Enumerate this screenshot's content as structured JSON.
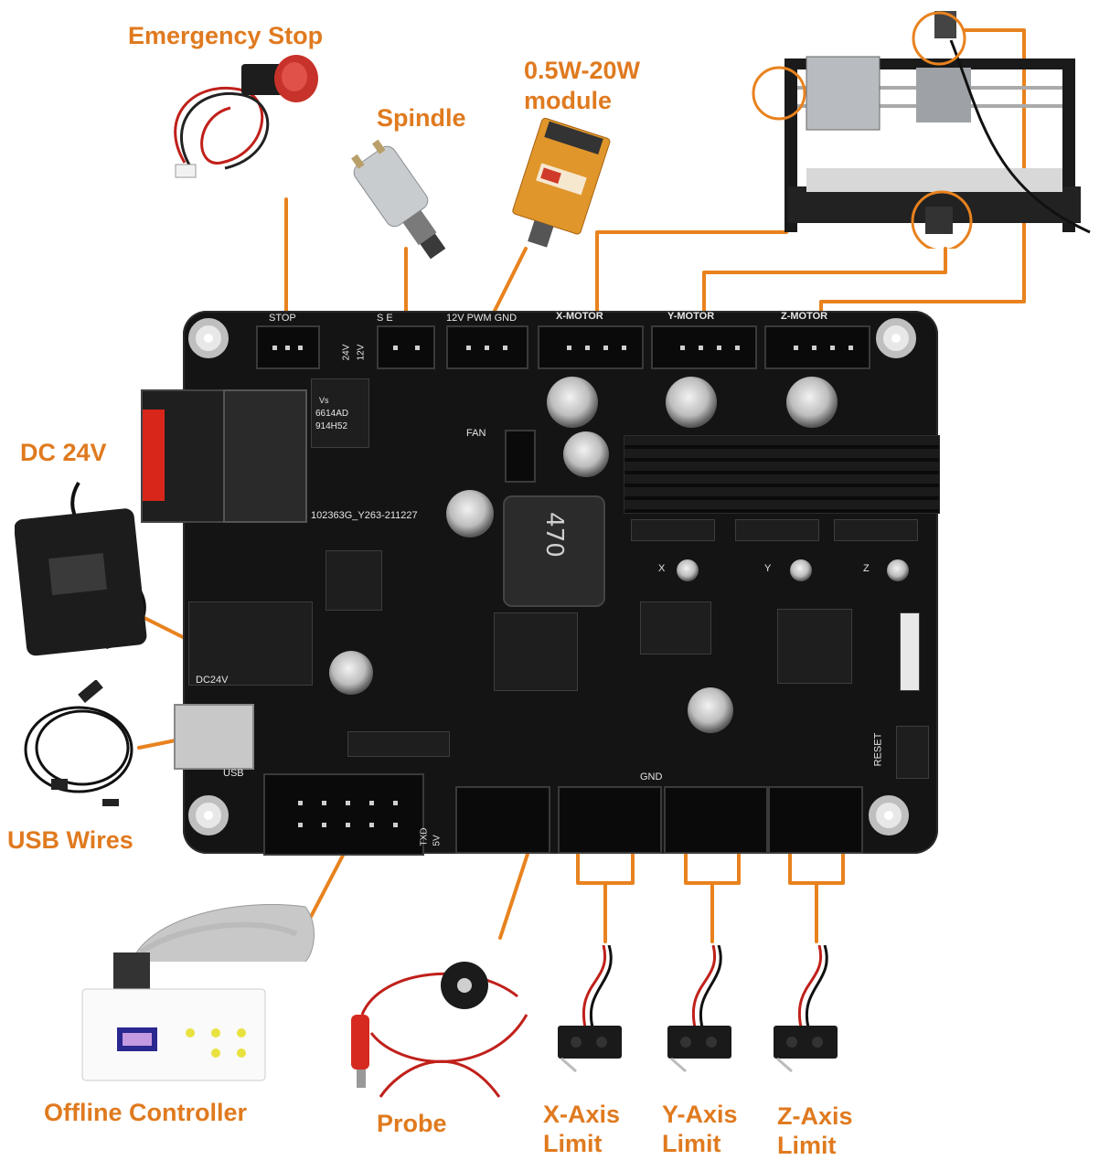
{
  "labels": {
    "emergency_stop": "Emergency Stop",
    "spindle": "Spindle",
    "laser_module_line1": "0.5W-20W",
    "laser_module_line2": "module",
    "dc_24v": "DC 24V",
    "usb_wires": "USB Wires",
    "offline_controller": "Offline Controller",
    "probe": "Probe",
    "x_axis_line1": "X-Axis",
    "x_axis_line2": "Limit",
    "y_axis_line1": "Y-Axis",
    "y_axis_line2": "Limit",
    "z_axis_line1": "Z-Axis",
    "z_axis_line2": "Limit"
  },
  "board_silkscreen": {
    "stop": "STOP",
    "spindle_header": "S         E",
    "laser_header": "12V PWM GND",
    "x_motor": "X-MOTOR",
    "y_motor": "Y-MOTOR",
    "z_motor": "Z-MOTOR",
    "v24": "24V",
    "v12": "12V",
    "fan": "FAN",
    "board_id": "102363G_Y263-211227",
    "inductor": "470",
    "dc24v": "DC24V",
    "usb": "USB",
    "gnd": "GND",
    "reset": "RESET",
    "txd": "TXD",
    "v5": "5V",
    "x": "X",
    "y": "Y",
    "z": "Z",
    "regulator_line1": "6614AD",
    "regulator_line2": "914H52",
    "regulator_prefix": "Vs"
  },
  "colors": {
    "label_orange": "#e07a1f",
    "wire_orange": "#e8821e",
    "board_black": "#141414"
  }
}
